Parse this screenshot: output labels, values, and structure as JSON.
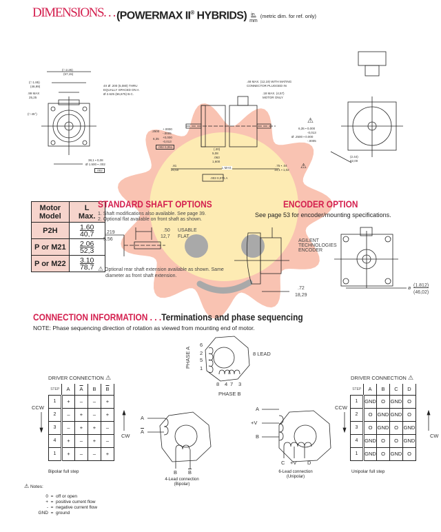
{
  "header": {
    "title_red": "DIMENSIONS. . .",
    "title_bold": "(POWERMAX II",
    "reg": "®",
    "title_bold2": " HYBRIDS)",
    "unit_num": "in.",
    "unit_den": "mm",
    "unit_note": "(metric dim. for ref. only)"
  },
  "drawing": {
    "front": {
      "width": "(□ 2.25)",
      "width_mm": "(57,15)",
      "sq": "(□ 1.85)",
      "sq_mm": "(46,99)",
      "max": ".99 MAX",
      "max_mm": "25,25",
      "angle": "(□ 45°)",
      "holes": [
        "4X Ø .200 (5,080) THRU",
        "EQUALLY SPACED ON A",
        "Ø 2.625 (66,675) B.C."
      ],
      "pilot": "38,1 ▪ 0,08",
      "pilot_in": "Ø 1.500 ▪ .002",
      "tol": ".002"
    },
    "side": {
      "conn": [
        ".48 MAX. (12,19) WITH MATING",
        "CONNECTOR PLUGGED IN"
      ],
      "motor": [
        ".18 MAX. (4,57)",
        "MOTOR ONLY"
      ],
      "shaft": ".2500",
      "shaft_tol": [
        "+.0000",
        "-.0005"
      ],
      "shaft_mm": "6,35",
      "shaft_mm_tol": [
        "+0,000",
        "-0,013"
      ],
      "rear": "6,35 ▪ 0,000",
      "rear_tol": "-0,013",
      "rear_in": "Ø .2500 ▪ 0.000",
      "rear_in_tol": "-.0005",
      "ftol": ".002",
      "ftol2": "0,051",
      "d1": "(.20)",
      "d1mm": "5,08",
      "d2": ".063",
      "d2mm": "1,600",
      "l81": ".81",
      "l81mm": "20,60",
      "lmax": "L MAX.",
      "l75": ".75 ▪ .04",
      "l75mm": "19,1 ▪ 1,02",
      "perp": ".003",
      "perp2": "0,076",
      "datum": "A"
    },
    "rear": {
      "dim": "(2.44)",
      "dim_mm": "62,00"
    }
  },
  "motor_table": {
    "headers": [
      "Motor\nModel",
      "L\nMax."
    ],
    "rows": [
      {
        "model": "P2H",
        "in": "1.60",
        "mm": "40,7"
      },
      {
        "model": "P or M21",
        "in": "2.06",
        "mm": "52,3"
      },
      {
        "model": "P or M22",
        "in": "3.10",
        "mm": "78,7"
      }
    ]
  },
  "shaft": {
    "title": "STANDARD SHAFT OPTIONS",
    "notes": [
      "1.  Shaft modifications also available. See page 39.",
      "2.  Optional flat available on front shaft as shown."
    ],
    "d1": ".219",
    "d1mm": "5,56",
    "d2": ".50",
    "d2mm": "12,7",
    "usable": "USABLE",
    "flat": "FLAT",
    "rear_note": [
      "Optional rear shaft extension available as shown. Same",
      "diameter as front shaft extension."
    ]
  },
  "encoder": {
    "title": "ENCODER OPTION",
    "note": "See page 53 for encoder/mounting specifications.",
    "label": [
      "AGILENT",
      "TECHNOLOGIES",
      "ENCODER"
    ],
    "d": ".72",
    "dmm": "18,29",
    "dia": "ø",
    "dia_in": "(1.812)",
    "dia_mm": "(46,02)"
  },
  "connection": {
    "title_red": "CONNECTION INFORMATION . . .",
    "title_bold": "Terminations and phase sequencing",
    "note": "NOTE: Phase sequencing direction of rotation as viewed from mounting end of motor.",
    "eight": {
      "phase_a": "PHASE A",
      "phase_b": "PHASE B",
      "lead": "8 LEAD",
      "pins_a": [
        "6",
        "2",
        "5",
        "1"
      ],
      "pins_b": [
        "8",
        "4",
        "7",
        "3"
      ]
    },
    "bipolar": {
      "title": "DRIVER CONNECTION",
      "headers": [
        "STEP",
        "A",
        "A",
        "B",
        "B"
      ],
      "rows": [
        [
          "1",
          "+",
          "–",
          "–",
          "+"
        ],
        [
          "2",
          "–",
          "+",
          "–",
          "+"
        ],
        [
          "3",
          "–",
          "+",
          "+",
          "–"
        ],
        [
          "4",
          "+",
          "–",
          "+",
          "–"
        ],
        [
          "1",
          "+",
          "–",
          "–",
          "+"
        ]
      ],
      "ccw": "CCW",
      "cw": "CW",
      "caption": "Bipolar full step"
    },
    "unipolar": {
      "title": "DRIVER CONNECTION",
      "headers": [
        "STEP",
        "A",
        "B",
        "C",
        "D"
      ],
      "rows": [
        [
          "1",
          "GND",
          "O",
          "GND",
          "O"
        ],
        [
          "2",
          "O",
          "GND",
          "GND",
          "O"
        ],
        [
          "3",
          "O",
          "GND",
          "O",
          "GND"
        ],
        [
          "4",
          "GND",
          "O",
          "O",
          "GND"
        ],
        [
          "1",
          "GND",
          "O",
          "GND",
          "O"
        ]
      ],
      "ccw": "CCW",
      "cw": "CW",
      "caption": "Unipolar full step"
    },
    "four": {
      "a": "A",
      "abar": "A",
      "b": "B",
      "bbar": "B",
      "caption1": "4-Lead connection",
      "caption2": "(Bipolar)"
    },
    "six": {
      "a": "A",
      "v1": "+V",
      "b": "B",
      "c": "C",
      "v2": "+V",
      "d": "D",
      "caption1": "6-Lead connection",
      "caption2": "(Unipolar)"
    }
  },
  "notes": {
    "title": "Notes:",
    "items": [
      {
        "k": "0",
        "v": "off or open"
      },
      {
        "k": "+",
        "v": "positive current flow"
      },
      {
        "k": "-",
        "v": "negative current flow"
      },
      {
        "k": "GND",
        "v": "ground"
      }
    ]
  },
  "colors": {
    "accent": "#d4204f",
    "sun": "#f8b9a4",
    "sun_inner": "#fdefb2",
    "eyes": "#a9a9a9"
  }
}
